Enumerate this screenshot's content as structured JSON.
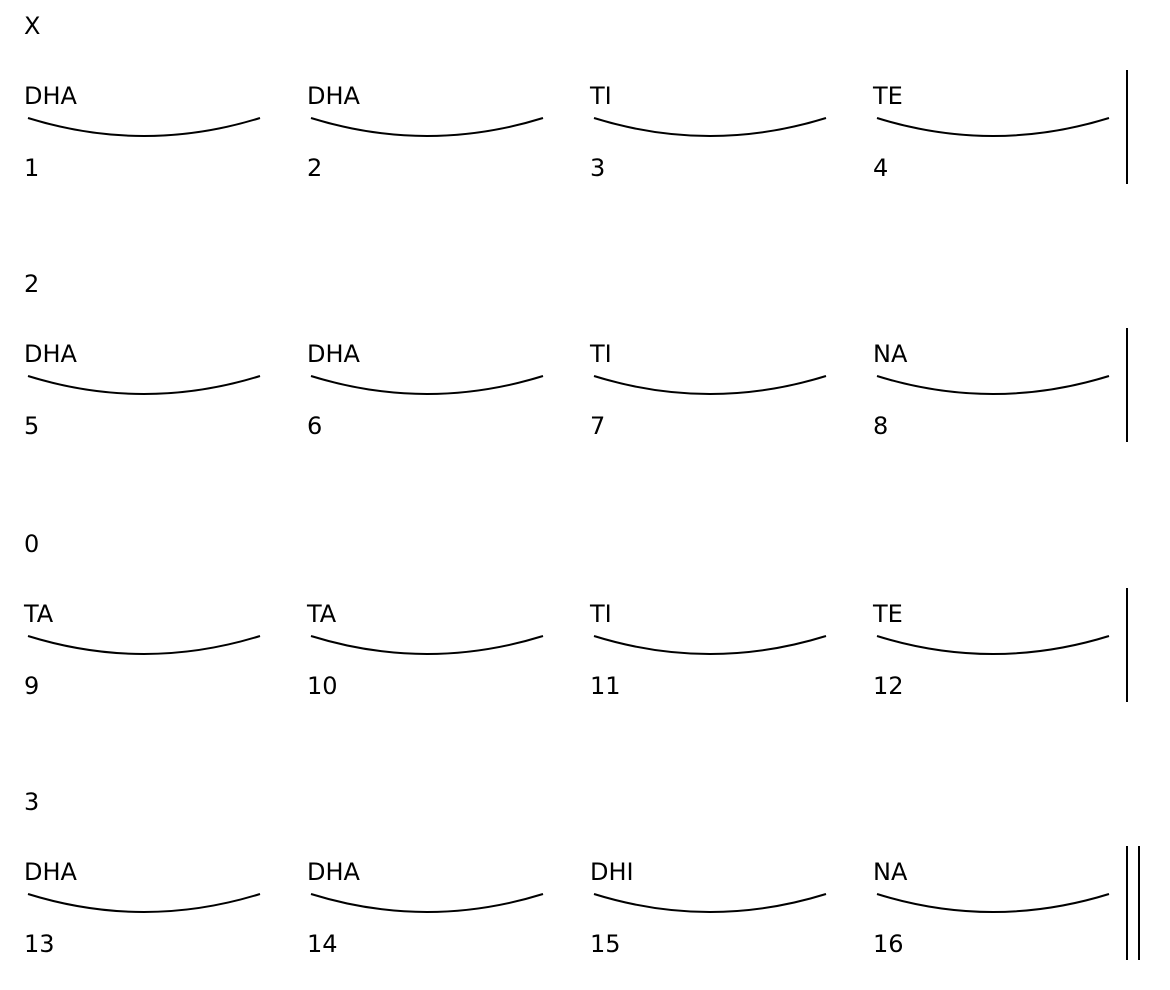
{
  "rows": [
    {
      "marker": "X",
      "beats": [
        {
          "bol": "DHA",
          "num": "1"
        },
        {
          "bol": "DHA",
          "num": "2"
        },
        {
          "bol": "TI",
          "num": "3"
        },
        {
          "bol": "TE",
          "num": "4"
        }
      ],
      "barline": "single"
    },
    {
      "marker": "2",
      "beats": [
        {
          "bol": "DHA",
          "num": "5"
        },
        {
          "bol": "DHA",
          "num": "6"
        },
        {
          "bol": "TI",
          "num": "7"
        },
        {
          "bol": "NA",
          "num": "8"
        }
      ],
      "barline": "single"
    },
    {
      "marker": "0",
      "beats": [
        {
          "bol": "TA",
          "num": "9"
        },
        {
          "bol": "TA",
          "num": "10"
        },
        {
          "bol": "TI",
          "num": "11"
        },
        {
          "bol": "TE",
          "num": "12"
        }
      ],
      "barline": "single"
    },
    {
      "marker": "3",
      "beats": [
        {
          "bol": "DHA",
          "num": "13"
        },
        {
          "bol": "DHA",
          "num": "14"
        },
        {
          "bol": "DHI",
          "num": "15"
        },
        {
          "bol": "NA",
          "num": "16"
        }
      ],
      "barline": "double"
    }
  ]
}
